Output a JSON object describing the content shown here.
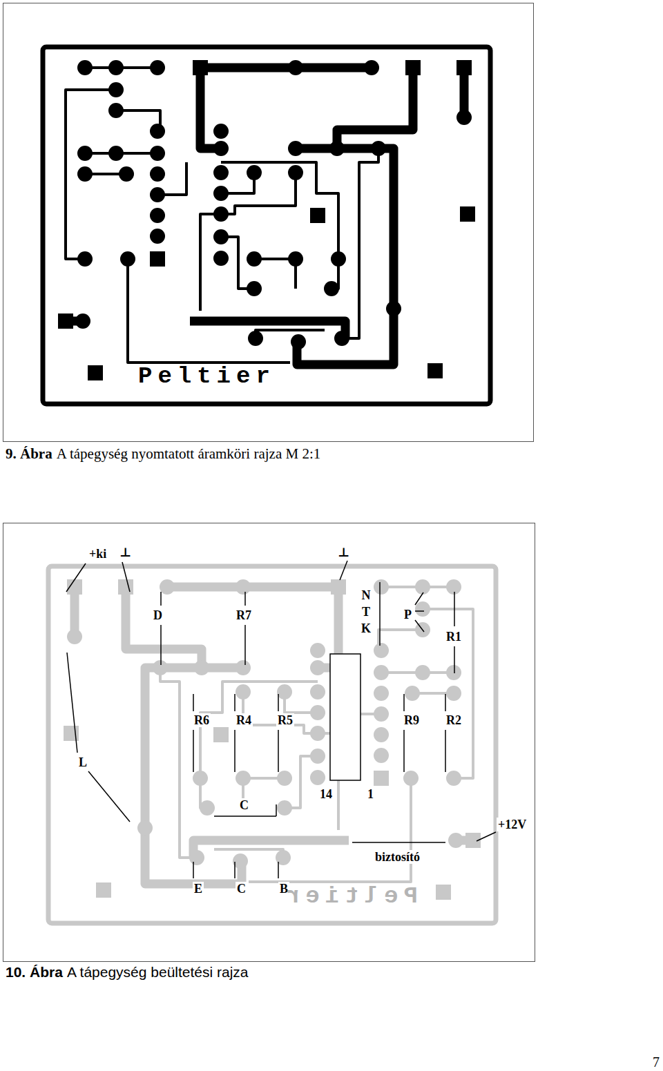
{
  "diagram": {
    "labels": [
      "Peltier",
      "9. Ábra",
      "A tápegység nyomtatott áramköri rajza M 2:1",
      "+ki",
      "⊥",
      "⊥",
      "D",
      "R7",
      "N T K",
      "P",
      "R1",
      "R6",
      "R4",
      "R5",
      "R9",
      "R2",
      "L",
      "C",
      "14",
      "1",
      "+12V",
      "biztosító",
      "E",
      "C",
      "B",
      "Peltier",
      "10. Ábra",
      "A tápegység beültetési rajza",
      "7"
    ]
  }
}
